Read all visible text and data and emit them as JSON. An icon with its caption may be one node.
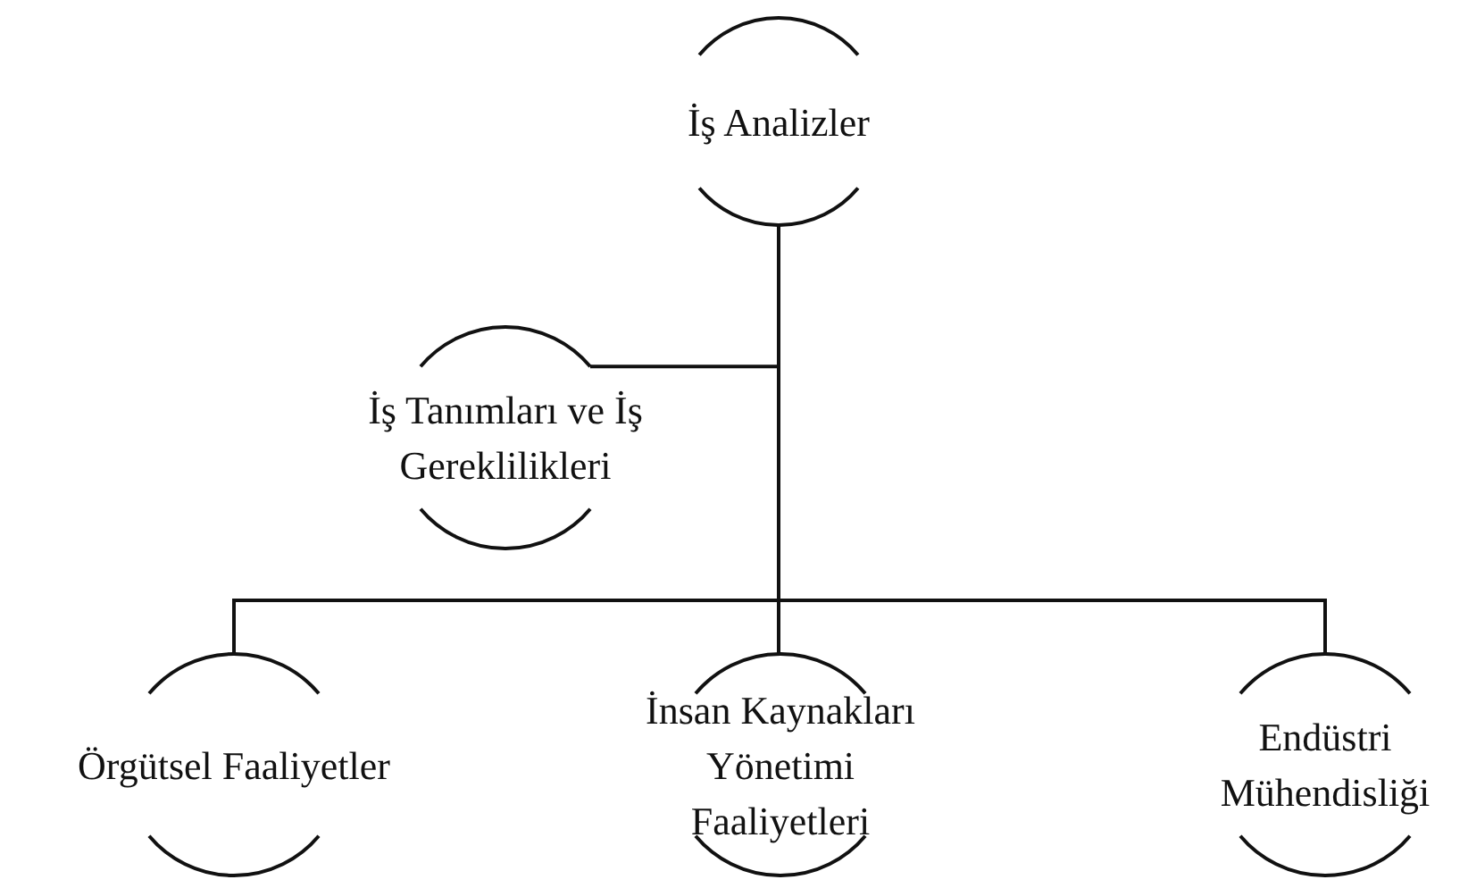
{
  "diagram": {
    "nodes": [
      {
        "text": [
          "İş Analizler"
        ]
      },
      {
        "text": [
          "İş Tanımları ve İş Gereklilikleri"
        ]
      },
      {
        "text": [
          "Örgütsel Faaliyetler"
        ]
      },
      {
        "text": [
          "İnsan Kaynakları Yönetimi Faaliyetleri"
        ]
      },
      {
        "text": [
          "Endüstri Mühendisliği"
        ]
      }
    ],
    "edges": [
      {
        "from": 0,
        "to": 1,
        "arrow": "none"
      },
      {
        "from": 0,
        "to": 2,
        "arrow": "none"
      },
      {
        "from": 0,
        "to": 3,
        "arrow": "none"
      },
      {
        "from": 0,
        "to": 4,
        "arrow": "none"
      }
    ]
  }
}
